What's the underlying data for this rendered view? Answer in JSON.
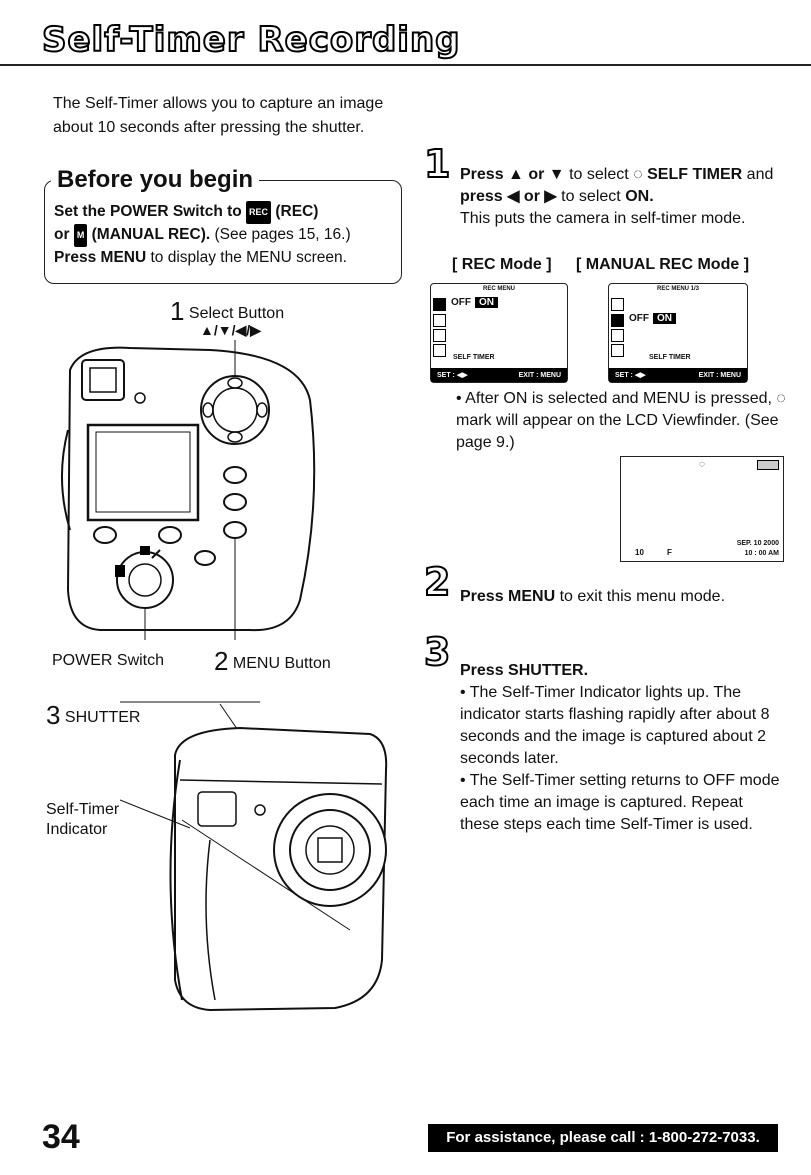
{
  "title": "Self-Timer Recording",
  "intro": "The Self-Timer allows you to capture an image about 10 seconds after pressing the shutter.",
  "before": {
    "heading": "Before you begin",
    "t1": "Set the POWER Switch to",
    "icon_rec": "REC",
    "t2": "(REC)",
    "t3": "or",
    "icon_manual": "M",
    "t4": "(MANUAL REC).",
    "t5": "(See pages 15, 16.)",
    "t6": "Press MENU",
    "t7": "to display the MENU screen."
  },
  "camera_labels": {
    "n1": "1",
    "select": "Select Button",
    "arrows": "▲/▼/◀/▶",
    "power": "POWER Switch",
    "n2": "2",
    "menu": "MENU Button",
    "n3": "3",
    "shutter": "SHUTTER",
    "indicator_l1": "Self-Timer",
    "indicator_l2": "Indicator"
  },
  "step1": {
    "num": "1",
    "a": "Press",
    "up": "▲",
    "or1": "or",
    "down": "▼",
    "b": "to select",
    "timer_sym": "◌",
    "c": "SELF TIMER",
    "d": "and",
    "e": "press",
    "left": "◀",
    "or2": "or",
    "right": "▶",
    "f": "to select",
    "g": "ON.",
    "h": "This puts the camera in self-timer mode.",
    "mode_rec": "[ REC Mode ]",
    "mode_manual": "[ MANUAL REC Mode ]",
    "bullet": "• After ON is selected and MENU is pressed,",
    "bullet_sym": "◌",
    "bullet2": "mark will appear on the LCD Viewfinder. (See page 9.)"
  },
  "screen_rec": {
    "menu_title": "REC MENU",
    "off": "OFF",
    "on": "ON",
    "label": "SELF TIMER",
    "set": "SET : ◀▶",
    "exit": "EXIT : MENU"
  },
  "screen_manual": {
    "menu_title": "REC MENU 1/3",
    "off": "OFF",
    "on": "ON",
    "label": "SELF TIMER",
    "set": "SET : ◀▶",
    "exit": "EXIT : MENU"
  },
  "lcd": {
    "timer_sym": "◌",
    "count": "10",
    "quality": "F",
    "date": "SEP. 10 2000",
    "time": "10 : 00 AM"
  },
  "step2": {
    "num": "2",
    "a": "Press MENU",
    "b": "to exit this menu mode."
  },
  "step3": {
    "num": "3",
    "a": "Press SHUTTER.",
    "b1": "• The Self-Timer Indicator lights up. The indicator starts flashing rapidly after about 8 seconds and the image is captured about 2 seconds later.",
    "b2": "• The Self-Timer setting returns to OFF mode each time an image is captured. Repeat these steps each time Self-Timer is used."
  },
  "footer": {
    "page_number": "34",
    "help": "For assistance, please call : 1-800-272-7033."
  }
}
